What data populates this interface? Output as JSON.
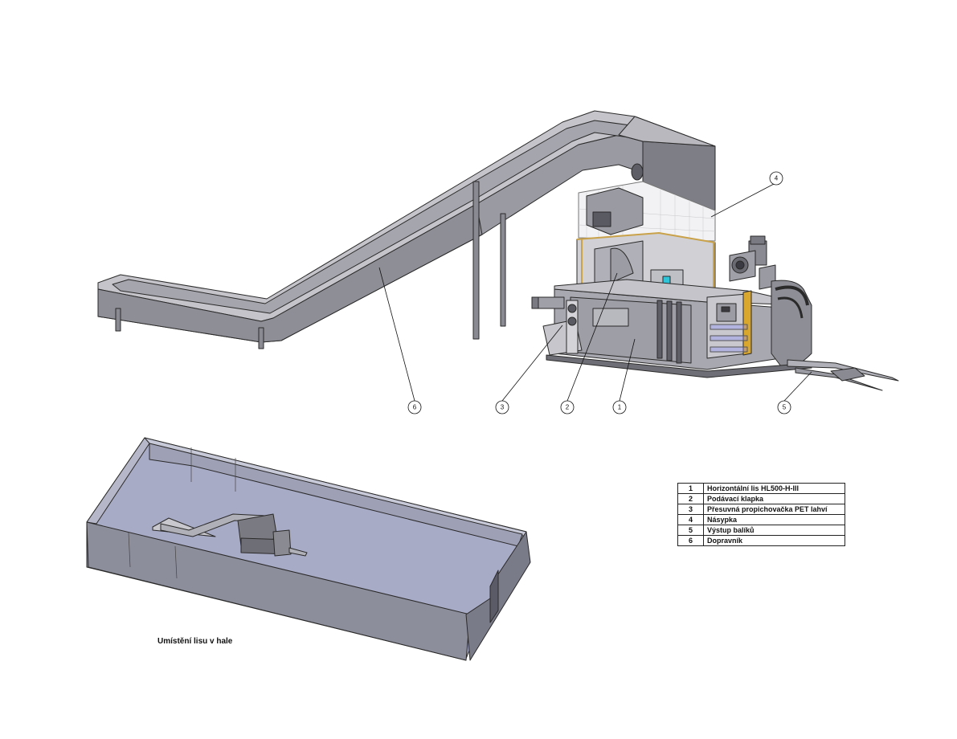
{
  "callouts": [
    "1",
    "2",
    "3",
    "4",
    "5",
    "6"
  ],
  "legend": [
    {
      "num": "1",
      "label": "Horizontální lis HL500-H-III"
    },
    {
      "num": "2",
      "label": "Podávací klapka"
    },
    {
      "num": "3",
      "label": "Přesuvná propichovačka PET lahví"
    },
    {
      "num": "4",
      "label": "Násypka"
    },
    {
      "num": "5",
      "label": "Výstup balíků"
    },
    {
      "num": "6",
      "label": "Dopravník"
    }
  ],
  "caption": "Umístění lisu v hale",
  "colors": {
    "metal_light": "#b4b4bb",
    "metal_mid": "#9a9aa2",
    "metal_dark": "#6e6e76",
    "hall_floor": "#a8abc6",
    "hall_wall": "#8a8a98",
    "outline": "#2a2a2a"
  }
}
